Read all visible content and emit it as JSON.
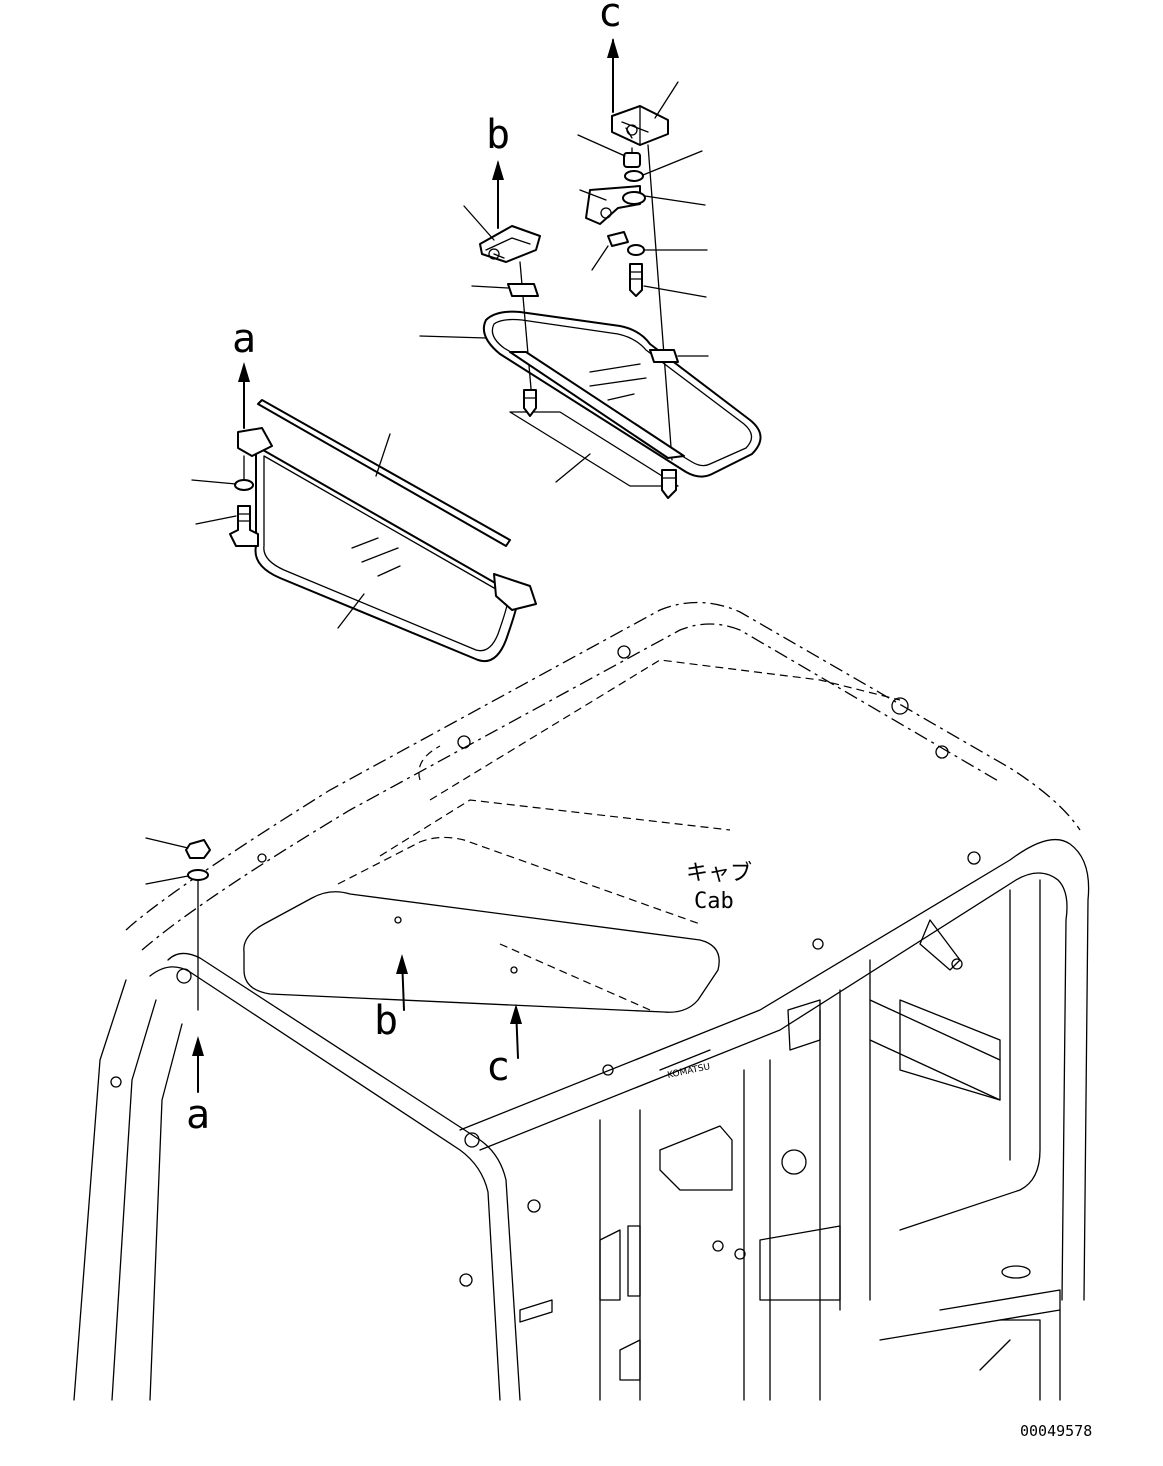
{
  "callouts": {
    "a_top": "a",
    "b_top": "b",
    "c_top": "c",
    "a_bottom": "a",
    "b_bottom": "b",
    "c_bottom": "c"
  },
  "cab_label": {
    "japanese": "キャブ",
    "english": "Cab"
  },
  "drawing_number": "00049578"
}
